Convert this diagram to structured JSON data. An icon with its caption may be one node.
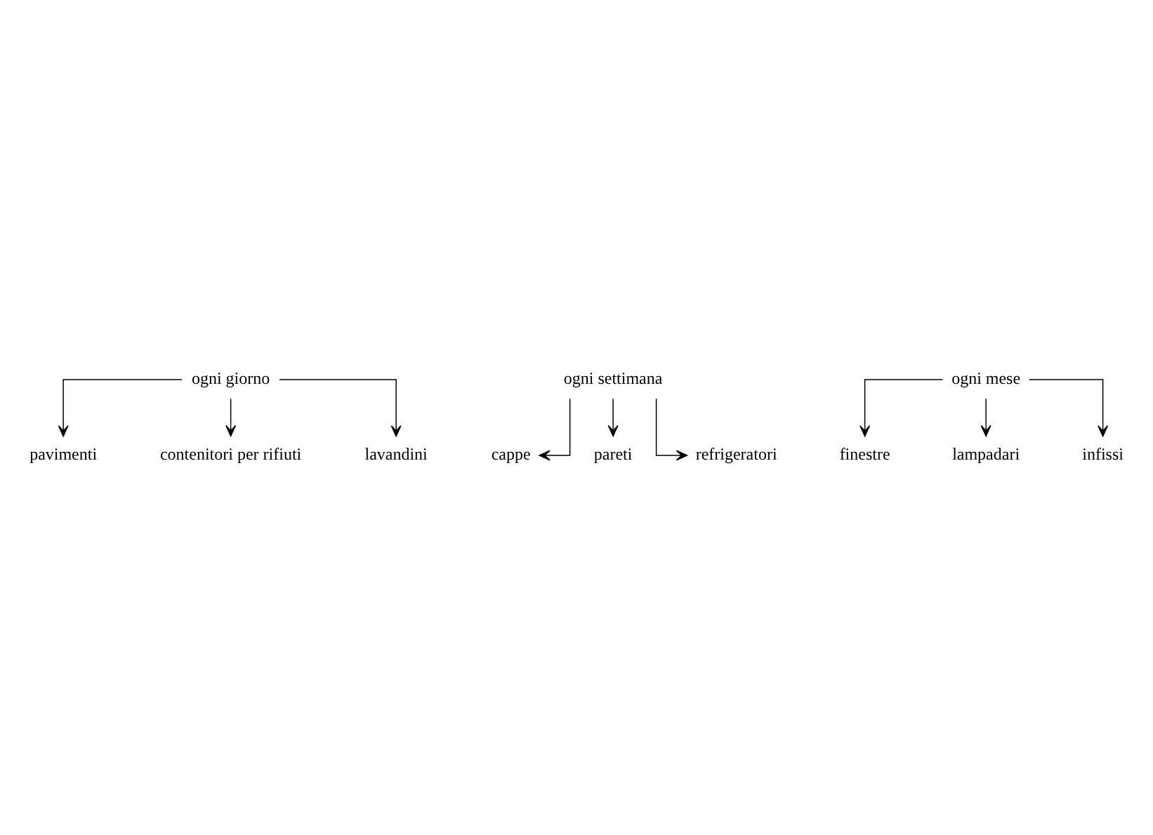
{
  "diagram": {
    "nodes": [
      {
        "text": [
          "ogni giorno"
        ]
      },
      {
        "text": [
          "pavimenti"
        ]
      },
      {
        "text": [
          "contenitori per rifiuti"
        ]
      },
      {
        "text": [
          "lavandini"
        ]
      },
      {
        "text": [
          "ogni settimana"
        ]
      },
      {
        "text": [
          "cappe"
        ]
      },
      {
        "text": [
          "pareti"
        ]
      },
      {
        "text": [
          "refrigeratori"
        ]
      },
      {
        "text": [
          "ogni mese"
        ]
      },
      {
        "text": [
          "finestre"
        ]
      },
      {
        "text": [
          "lampadari"
        ]
      },
      {
        "text": [
          "infissi"
        ]
      }
    ],
    "edges": [
      {
        "from": 0,
        "to": 1,
        "arrow": "to"
      },
      {
        "from": 0,
        "to": 2,
        "arrow": "to"
      },
      {
        "from": 0,
        "to": 3,
        "arrow": "to"
      },
      {
        "from": 4,
        "to": 5,
        "arrow": "to"
      },
      {
        "from": 4,
        "to": 6,
        "arrow": "to"
      },
      {
        "from": 4,
        "to": 7,
        "arrow": "to"
      },
      {
        "from": 8,
        "to": 9,
        "arrow": "to"
      },
      {
        "from": 8,
        "to": 10,
        "arrow": "to"
      },
      {
        "from": 8,
        "to": 11,
        "arrow": "to"
      }
    ]
  }
}
